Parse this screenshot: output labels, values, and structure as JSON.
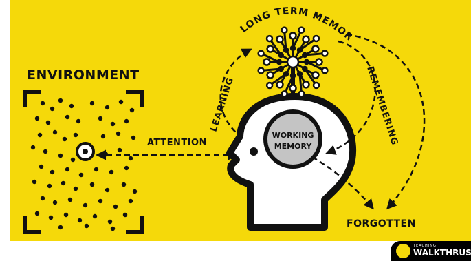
{
  "labels": {
    "environment": "ENVIRONMENT",
    "attention": "ATTENTION",
    "long_term_memory": "LONG TERM MEMORY",
    "learning": "LEARNING",
    "remembering": "REMEMBERING",
    "working_memory_line1": "WORKING",
    "working_memory_line2": "MEMORY",
    "forgotten": "FORGOTTEN"
  },
  "brand": {
    "small": "TEACHING",
    "big": "WALKTHRUS"
  },
  "colors": {
    "background": "#f5d90a",
    "ink": "#111111",
    "working_memory_fill": "#c4c4c4",
    "head_fill": "#ffffff"
  },
  "icons": [
    "head-icon",
    "neural-tree-icon",
    "eye-focus-icon",
    "walkthrus-logo-icon"
  ]
}
